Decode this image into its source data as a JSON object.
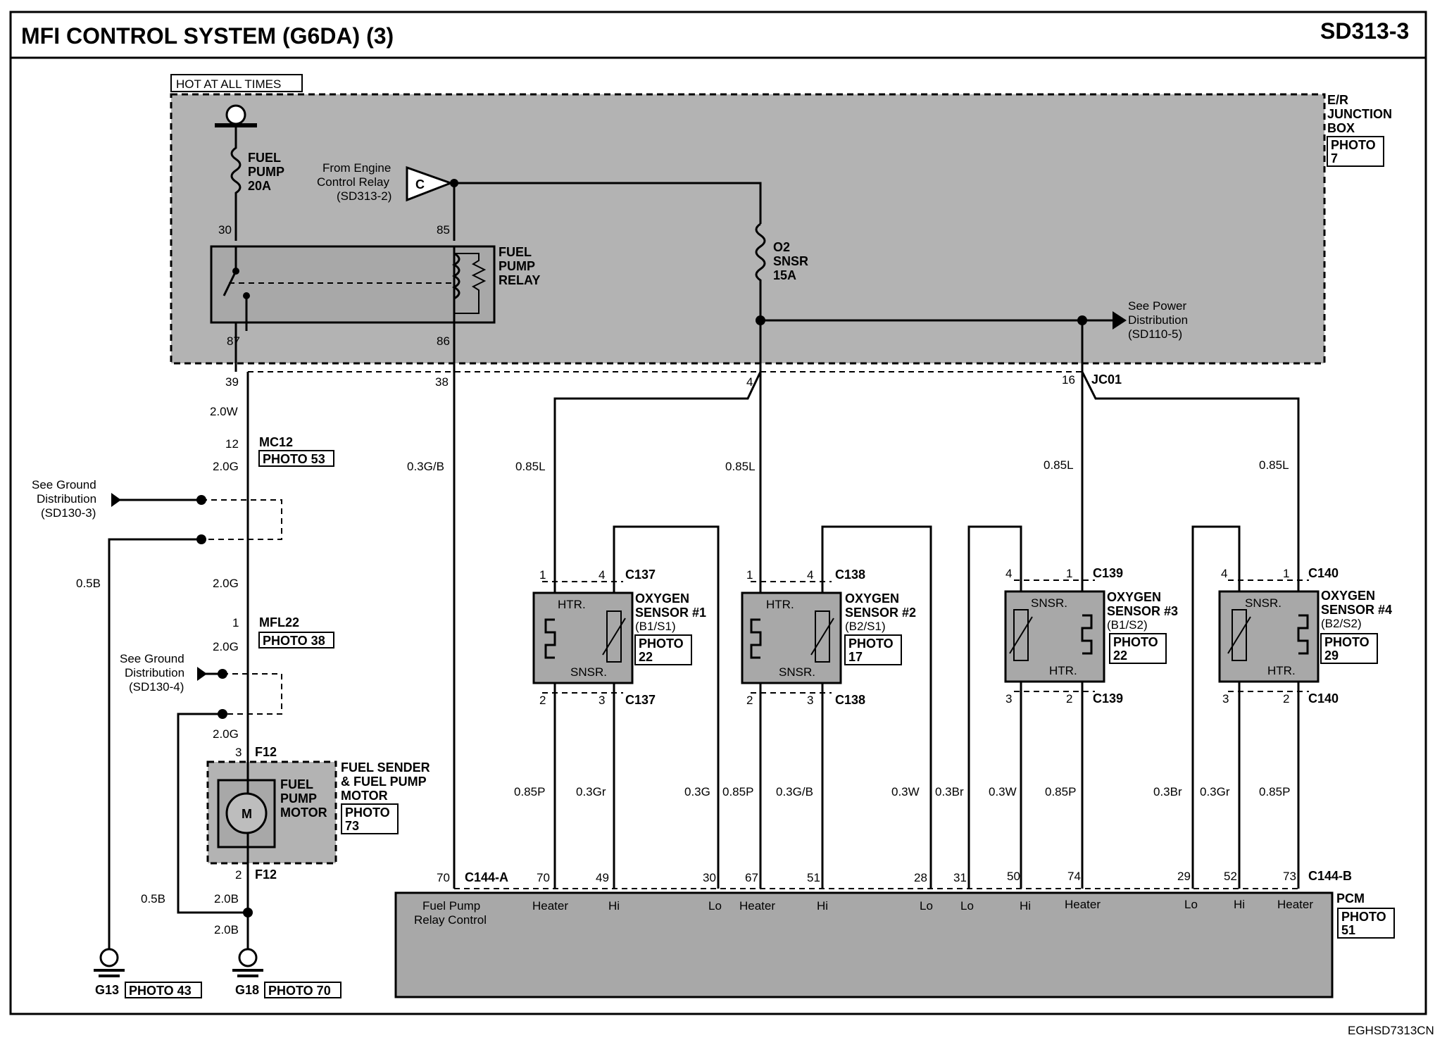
{
  "header": {
    "title": "MFI CONTROL SYSTEM (G6DA) (3)",
    "code": "SD313-3"
  },
  "footer": {
    "id": "EGHSD7313CN"
  },
  "junction_box": {
    "hot_label": "HOT AT ALL TIMES",
    "name": [
      "E/R",
      "JUNCTION",
      "BOX"
    ],
    "photo": [
      "PHOTO",
      "7"
    ]
  },
  "fuses": {
    "fuel_pump": [
      "FUEL",
      "PUMP",
      "20A"
    ],
    "o2": [
      "O2",
      "SNSR",
      "15A"
    ]
  },
  "engine_relay": {
    "from": [
      "From Engine",
      "Control Relay",
      "(SD313-2)"
    ],
    "letter": "C"
  },
  "relay": {
    "name": [
      "FUEL",
      "PUMP",
      "RELAY"
    ],
    "pins": {
      "p30": "30",
      "p85": "85",
      "p87": "87",
      "p86": "86"
    }
  },
  "power_dist": [
    "See Power",
    "Distribution",
    "(SD110-5)"
  ],
  "jb_pins": {
    "p39": "39",
    "p38": "38",
    "p4": "4",
    "p16": "16",
    "jc": "JC01"
  },
  "wires": {
    "w2_0W": "2.0W",
    "w2_0G_a": "2.0G",
    "w2_0G_b": "2.0G",
    "w2_0G_c": "2.0G",
    "w2_0G_d": "2.0G",
    "w0_3GB": "0.3G/B",
    "w0_5B_a": "0.5B",
    "w0_5B_b": "0.5B",
    "w2_0B_a": "2.0B",
    "w2_0B_b": "2.0B",
    "l1": "0.85L",
    "l2": "0.85L",
    "l3": "0.85L",
    "l4": "0.85L",
    "b1": [
      "0.85P",
      "0.3Gr",
      "0.3G"
    ],
    "b2": [
      "0.85P",
      "0.3G/B",
      "0.3W"
    ],
    "b3": [
      "0.3Br",
      "0.3W",
      "0.85P"
    ],
    "b4": [
      "0.3Br",
      "0.3Gr",
      "0.85P"
    ]
  },
  "connectors": {
    "mc12": {
      "pin": "12",
      "name": "MC12",
      "photo": "PHOTO 53"
    },
    "mfl22": {
      "pin": "1",
      "name": "MFL22",
      "photo": "PHOTO 38"
    },
    "f12_top": {
      "pin": "3",
      "name": "F12"
    },
    "f12_bot": {
      "pin": "2",
      "name": "F12"
    }
  },
  "ground_dist": {
    "top": [
      "See Ground",
      "Distribution",
      "(SD130-3)"
    ],
    "bottom": [
      "See Ground",
      "Distribution",
      "(SD130-4)"
    ]
  },
  "grounds": {
    "g13": {
      "name": "G13",
      "photo": "PHOTO 43"
    },
    "g18": {
      "name": "G18",
      "photo": "PHOTO 70"
    }
  },
  "pump": {
    "title": [
      "FUEL SENDER",
      "& FUEL PUMP",
      "MOTOR"
    ],
    "inner": [
      "FUEL",
      "PUMP",
      "MOTOR"
    ],
    "m": "M",
    "photo": [
      "PHOTO",
      "73"
    ]
  },
  "sensors": [
    {
      "title": [
        "OXYGEN",
        "SENSOR #1",
        "(B1/S1)"
      ],
      "photo": [
        "PHOTO",
        "22"
      ],
      "conn": "C137",
      "top_pins": [
        "1",
        "4"
      ],
      "bot_pins": [
        "2",
        "3"
      ],
      "htr": "HTR.",
      "snsr": "SNSR."
    },
    {
      "title": [
        "OXYGEN",
        "SENSOR #2",
        "(B2/S1)"
      ],
      "photo": [
        "PHOTO",
        "17"
      ],
      "conn": "C138",
      "top_pins": [
        "1",
        "4"
      ],
      "bot_pins": [
        "2",
        "3"
      ],
      "htr": "HTR.",
      "snsr": "SNSR."
    },
    {
      "title": [
        "OXYGEN",
        "SENSOR #3",
        "(B1/S2)"
      ],
      "photo": [
        "PHOTO",
        "22"
      ],
      "conn": "C139",
      "top_pins": [
        "4",
        "1"
      ],
      "bot_pins": [
        "3",
        "2"
      ],
      "htr": "HTR.",
      "snsr": "SNSR."
    },
    {
      "title": [
        "OXYGEN",
        "SENSOR #4",
        "(B2/S2)"
      ],
      "photo": [
        "PHOTO",
        "29"
      ],
      "conn": "C140",
      "top_pins": [
        "4",
        "1"
      ],
      "bot_pins": [
        "3",
        "2"
      ],
      "htr": "HTR.",
      "snsr": "SNSR."
    }
  ],
  "pcm": {
    "name": "PCM",
    "photo": [
      "PHOTO",
      "51"
    ],
    "conn_a": "C144-A",
    "conn_b": "C144-B",
    "pins": [
      "70",
      "70",
      "49",
      "30",
      "67",
      "51",
      "28",
      "31",
      "50",
      "74",
      "29",
      "52",
      "73"
    ],
    "labels": [
      "Heater",
      "Hi",
      "Lo",
      "Heater",
      "Hi",
      "Lo",
      "Lo",
      "Hi",
      "Heater",
      "Lo",
      "Hi",
      "Heater"
    ],
    "fuel_label": [
      "Fuel Pump",
      "Relay Control"
    ]
  }
}
